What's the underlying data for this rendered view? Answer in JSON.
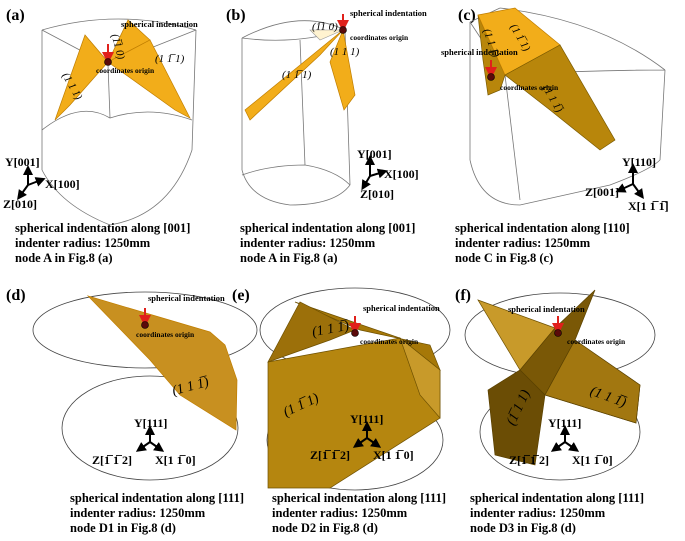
{
  "panels": [
    {
      "label": "(a)",
      "annotation": "spherical indentation",
      "origin": "coordinates origin",
      "planes": [
        "(1̅1 0)",
        "(1 1̅ 1)",
        "(1 1 1)"
      ],
      "axes": {
        "y": "Y[001]",
        "x": "X[100]",
        "z": "Z[010]"
      },
      "caption": [
        "spherical indentation along [001]",
        "indenter radius: 1250mm",
        "node A in Fig.8 (a)"
      ]
    },
    {
      "label": "(b)",
      "annotation": "spherical indentation",
      "origin": "coordinates origin",
      "planes": [
        "(1̅1 0)",
        "(1 1 1)",
        "(1 1̅ 1)"
      ],
      "axes": {
        "y": "Y[001]",
        "x": "X[100]",
        "z": "Z[010]"
      },
      "caption": [
        "spherical indentation along [001]",
        "indenter radius: 1250mm",
        "node A  in Fig.8 (a)"
      ]
    },
    {
      "label": "(c)",
      "annotation": "spherical indentation",
      "origin": "coordinates origin",
      "planes": [
        "(1 1 1)",
        "(1 1̅ 1)",
        "(1 1 1̅)"
      ],
      "axes": {
        "y": "Y[110]",
        "x": "X[1 1̅ 1̅]",
        "z": "Z[001]"
      },
      "caption": [
        "spherical indentation along [110]",
        "indenter radius: 1250mm",
        "node C in Fig.8 (c)"
      ]
    },
    {
      "label": "(d)",
      "annotation": "spherical indentation",
      "origin": "coordinates origin",
      "planes": [
        "(1 1 1̅)"
      ],
      "axes": {
        "y": "Y[111]",
        "x": "X[1 1̅ 0]",
        "z": "Z[1̅ 1̅ 2]"
      },
      "caption": [
        "spherical indentation along [111]",
        "indenter radius: 1250mm",
        "node D1 in Fig.8 (d)"
      ]
    },
    {
      "label": "(e)",
      "annotation": "spherical indentation",
      "origin": "coordinates origin",
      "planes": [
        "(1 1 1̅)",
        "(1 1̅ 1)"
      ],
      "axes": {
        "y": "Y[111]",
        "x": "X[1 1̅ 0]",
        "z": "Z[1̅ 1̅ 2]"
      },
      "caption": [
        "spherical indentation along [111]",
        "indenter radius: 1250mm",
        "node D2 in Fig.8 (d)"
      ]
    },
    {
      "label": "(f)",
      "annotation": "spherical indentation",
      "origin": "coordinates origin",
      "planes": [
        "(1̅ 1 1)",
        "(1 1 1̅)"
      ],
      "axes": {
        "y": "Y[111]",
        "x": "X[1 1̅ 0]",
        "z": "Z[1̅ 1̅ 2]"
      },
      "caption": [
        "spherical indentation along [111]",
        "indenter radius: 1250mm",
        "node D3 in Fig.8 (d)"
      ]
    }
  ]
}
